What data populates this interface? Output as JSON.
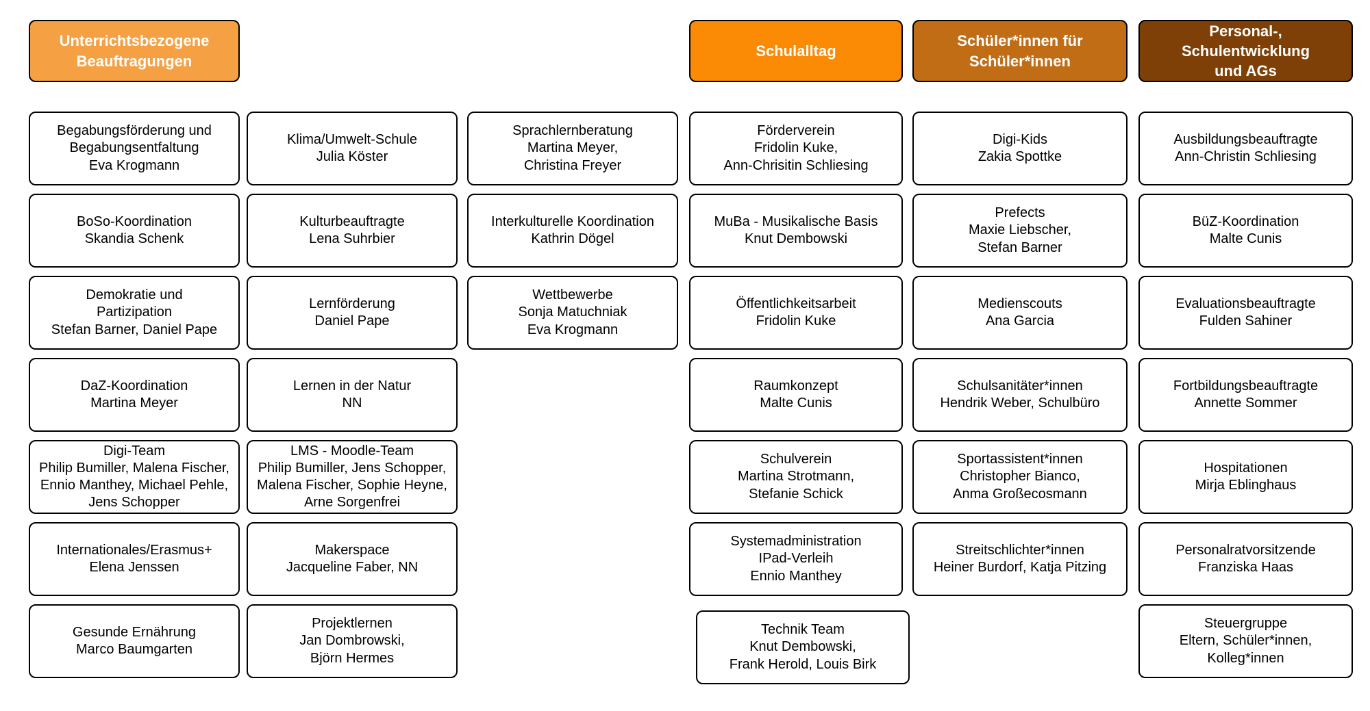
{
  "page_background": "#ffffff",
  "columns": [
    {
      "header": {
        "label": "Unterrichtsbezogene\nBeauftragungen",
        "color": "#F5A143"
      },
      "boxes": [
        {
          "text": "Begabungsförderung und\nBegabungsentfaltung\nEva Krogmann"
        },
        {
          "text": "BoSo-Koordination\nSkandia Schenk"
        },
        {
          "text": "Demokratie und\nPartizipation\nStefan Barner, Daniel Pape"
        },
        {
          "text": "DaZ-Koordination\nMartina Meyer"
        },
        {
          "text": "Digi-Team\nPhilip Bumiller, Malena Fischer,\nEnnio Manthey, Michael Pehle,\nJens Schopper"
        },
        {
          "text": "Internationales/Erasmus+\nElena Jenssen"
        },
        {
          "text": "Gesunde Ernährung\nMarco Baumgarten"
        }
      ]
    },
    {
      "header": null,
      "boxes": [
        {
          "text": "Klima/Umwelt-Schule\nJulia Köster"
        },
        {
          "text": "Kulturbeauftragte\nLena Suhrbier"
        },
        {
          "text": "Lernförderung\nDaniel Pape"
        },
        {
          "text": "Lernen in der Natur\nNN"
        },
        {
          "text": "LMS - Moodle-Team\nPhilip Bumiller, Jens Schopper,\nMalena Fischer,  Sophie Heyne,\nArne Sorgenfrei"
        },
        {
          "text": "Makerspace\nJacqueline Faber, NN"
        },
        {
          "text": "Projektlernen\nJan Dombrowski,\nBjörn Hermes"
        }
      ]
    },
    {
      "header": null,
      "boxes": [
        {
          "text": "Sprachlernberatung\nMartina Meyer,\nChristina Freyer"
        },
        {
          "text": "Interkulturelle Koordination\nKathrin Dögel"
        },
        {
          "text": "Wettbewerbe\nSonja Matuchniak\nEva Krogmann"
        }
      ]
    },
    {
      "header": {
        "label": "Schulalltag",
        "color": "#FB8A05"
      },
      "boxes": [
        {
          "text": "Förderverein\nFridolin Kuke,\nAnn-Chrisitin Schliesing"
        },
        {
          "text": "MuBa - Musikalische Basis\nKnut Dembowski"
        },
        {
          "text": "Öffentlichkeitsarbeit\nFridolin Kuke"
        },
        {
          "text": "Raumkonzept\nMalte Cunis"
        },
        {
          "text": "Schulverein\nMartina Strotmann,\nStefanie Schick"
        },
        {
          "text": "Systemadministration\nIPad-Verleih\nEnnio Manthey"
        },
        {
          "text": "Technik Team\nKnut Dembowski,\nFrank Herold, Louis Birk"
        }
      ]
    },
    {
      "header": {
        "label": "Schüler*innen für\nSchüler*innen",
        "color": "#C16D16"
      },
      "boxes": [
        {
          "text": "Digi-Kids\nZakia Spottke"
        },
        {
          "text": "Prefects\nMaxie Liebscher,\nStefan Barner"
        },
        {
          "text": "Medienscouts\nAna Garcia"
        },
        {
          "text": "Schulsanitäter*innen\nHendrik Weber, Schulbüro"
        },
        {
          "text": "Sportassistent*innen\nChristopher Bianco,\nAnma Großecosmann"
        },
        {
          "text": "Streitschlichter*innen\nHeiner Burdorf, Katja Pitzing"
        }
      ]
    },
    {
      "header": {
        "label": "Personal-,\nSchulentwicklung\nund AGs",
        "color": "#7E4006"
      },
      "boxes": [
        {
          "text": "Ausbildungsbeauftragte\nAnn-Christin Schliesing"
        },
        {
          "text": "BüZ-Koordination\nMalte Cunis"
        },
        {
          "text": "Evaluationsbeauftragte\nFulden Sahiner"
        },
        {
          "text": "Fortbildungsbeauftragte\nAnnette Sommer"
        },
        {
          "text": "Hospitationen\nMirja Eblinghaus"
        },
        {
          "text": "Personalratvorsitzende\nFranziska Haas"
        },
        {
          "text": "Steuergruppe\nEltern, Schüler*innen,\nKolleg*innen"
        }
      ]
    }
  ]
}
